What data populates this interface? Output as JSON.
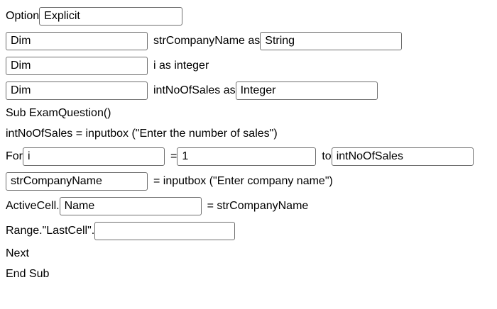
{
  "code_exercise": {
    "line1": {
      "label": "Option",
      "input": "Explicit"
    },
    "line2": {
      "input1": "Dim",
      "label": "strCompanyName as",
      "input2": "String"
    },
    "line3": {
      "input1": "Dim",
      "label": "i as integer"
    },
    "line4": {
      "input1": "Dim",
      "label": "intNoOfSales as",
      "input2": "Integer"
    },
    "line5": {
      "label": "Sub ExamQuestion()"
    },
    "line6": {
      "label": "intNoOfSales = inputbox (\"Enter the number of sales\")"
    },
    "line7": {
      "label_for": "For",
      "input1": "i",
      "label_eq": "=",
      "input2": "1",
      "label_to": "to",
      "input3": "intNoOfSales"
    },
    "line8": {
      "input1": "strCompanyName",
      "label": "= inputbox (\"Enter company name\")"
    },
    "line9": {
      "label_prefix": "ActiveCell.",
      "input": "Name",
      "label_suffix": "= strCompanyName"
    },
    "line10": {
      "label_prefix": "Range.\"LastCell\".",
      "input": ""
    },
    "line11": {
      "label": "Next"
    },
    "line12": {
      "label": "End Sub"
    }
  }
}
